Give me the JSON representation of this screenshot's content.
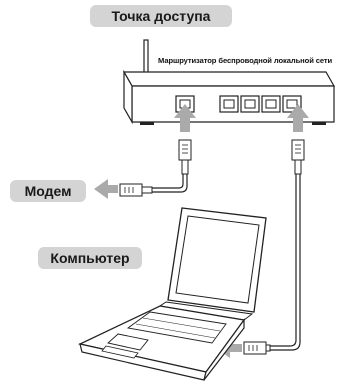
{
  "labels": {
    "access_point": "Точка доступа",
    "router": "Маршрутизатор беспроводной локальной сети",
    "modem": "Модем",
    "computer": "Компьютер"
  },
  "colors": {
    "label_bg": "#d4d4d4",
    "arrow": "#aaaaaa",
    "stroke": "#222222"
  }
}
